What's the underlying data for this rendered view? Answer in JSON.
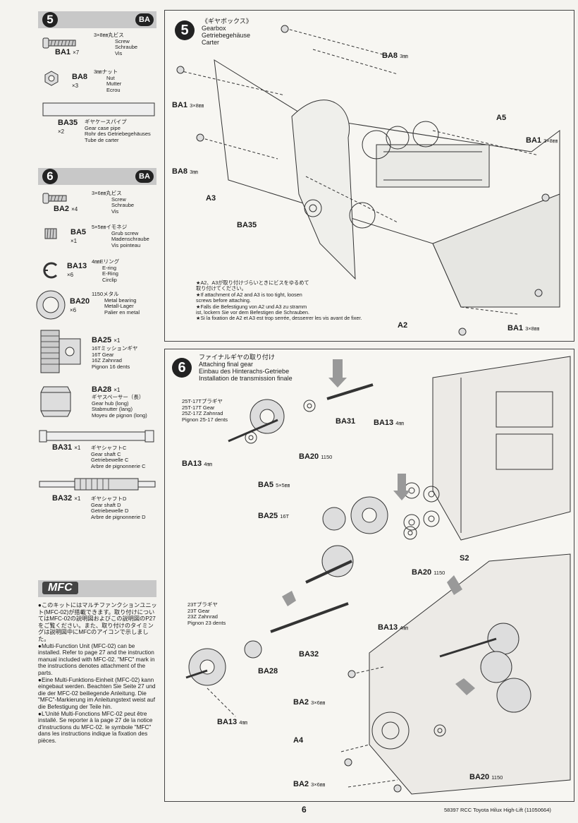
{
  "step5": {
    "number": "5",
    "ba": "BA",
    "parts": [
      {
        "code": "BA1",
        "qty": "×7",
        "desc": [
          "3×8㎜丸ビス",
          "Screw",
          "Schraube",
          "Vis"
        ]
      },
      {
        "code": "BA8",
        "qty": "×3",
        "desc": [
          "3㎜ナット",
          "Nut",
          "Mutter",
          "Ecrou"
        ]
      },
      {
        "code": "BA35",
        "qty": "×2",
        "desc": [
          "ギヤケースパイプ",
          "Gear case pipe",
          "Rohr des Getriebegehäuses",
          "Tube de carter"
        ]
      }
    ],
    "title": [
      "《ギヤボックス》",
      "Gearbox",
      "Getriebegehäuse",
      "Carter"
    ],
    "labels": {
      "ba8_top": "BA8",
      "ba8_top_size": "3㎜",
      "ba1_left": "BA1",
      "ba1_left_size": "3×8㎜",
      "a5": "A5",
      "ba1_right": "BA1",
      "ba1_right_size": "3×8㎜",
      "ba8_left": "BA8",
      "ba8_left_size": "3㎜",
      "a3": "A3",
      "ba35": "BA35",
      "a2": "A2",
      "ba1_bottom": "BA1",
      "ba1_bottom_size": "3×8㎜"
    },
    "note": [
      "★A2、A3が取り付けづらいときにビスをゆるめて",
      "取り付けてください。",
      "★If attachment of A2 and A3 is too tight, loosen",
      "screws before attaching.",
      "★Falls die Befestigung von A2 und A3 zu stramm",
      "ist, lockern Sie vor dem Befestigen die Schrauben.",
      "★Si la fixation de A2 et A3 est trop serrée, desserrer les vis avant de fixer."
    ]
  },
  "step6": {
    "number": "6",
    "ba": "BA",
    "parts": [
      {
        "code": "BA2",
        "qty": "×4",
        "desc": [
          "3×6㎜丸ビス",
          "Screw",
          "Schraube",
          "Vis"
        ]
      },
      {
        "code": "BA5",
        "qty": "×1",
        "desc": [
          "5×5㎜イモネジ",
          "Grub screw",
          "Madenschraube",
          "Vis pointeau"
        ]
      },
      {
        "code": "BA13",
        "qty": "×6",
        "desc": [
          "4㎜Eリング",
          "E-ring",
          "E-Ring",
          "Circlip"
        ]
      },
      {
        "code": "BA20",
        "qty": "×6",
        "desc": [
          "1150メタル",
          "Metal bearing",
          "Metall-Lager",
          "Palier en metal"
        ]
      },
      {
        "code": "BA25",
        "qty": "×1",
        "desc": [
          "16Tミッションギヤ",
          "16T Gear",
          "16Z Zahnrad",
          "Pignon 16 dents"
        ]
      },
      {
        "code": "BA28",
        "qty": "×1",
        "desc": [
          "ギヤスペーサー（長）",
          "Gear hub (long)",
          "Stabmutter (lang)",
          "Moyeu de pignon (long)"
        ]
      },
      {
        "code": "BA31",
        "qty": "×1",
        "desc": [
          "ギヤシャフトC",
          "Gear shaft C",
          "Getriebewelle C",
          "Arbre de pignonnerie C"
        ]
      },
      {
        "code": "BA32",
        "qty": "×1",
        "desc": [
          "ギヤシャフトD",
          "Gear shaft D",
          "Getriebewelle D",
          "Arbre de pignonnerie D"
        ]
      }
    ],
    "title": [
      "ファイナルギヤの取り付け",
      "Attaching final gear",
      "Einbau des Hinterachs-Getriebe",
      "Installation de transmission finale"
    ],
    "gear25": [
      "25T-17Tプラギヤ",
      "25T-17T Gear",
      "25Z-17Z Zahnrad",
      "Pignon 25-17 dents"
    ],
    "gear23": [
      "23Tプラギヤ",
      "23T Gear",
      "23Z Zahnrad",
      "Pignon 23 dents"
    ],
    "labels": {
      "ba31": "BA31",
      "ba13_a": "BA13",
      "ba13_a_size": "4㎜",
      "ba20_a": "BA20",
      "ba20_a_size": "1150",
      "ba13_b": "BA13",
      "ba13_b_size": "4㎜",
      "ba5": "BA5",
      "ba5_size": "5×5㎜",
      "ba25": "BA25",
      "ba25_size": "16T",
      "s2": "S2",
      "ba20_b": "BA20",
      "ba20_b_size": "1150",
      "ba13_c": "BA13",
      "ba13_c_size": "4㎜",
      "ba32": "BA32",
      "ba28": "BA28",
      "ba2_a": "BA2",
      "ba2_a_size": "3×6㎜",
      "a4": "A4",
      "ba13_d": "BA13",
      "ba13_d_size": "4㎜",
      "ba2_b": "BA2",
      "ba2_b_size": "3×6㎜",
      "ba20_c": "BA20",
      "ba20_c_size": "1150"
    }
  },
  "mfc": {
    "badge": "MFC",
    "paragraphs": [
      "●このキットにはマルチファンクションユニット(MFC-02)が搭載できます。取り付けについてはMFC-02の説明図およびこの説明図のP27をご覧ください。また、取り付けのタイミングは説明図中にMFCのアイコンで示しました。",
      "●Multi-Function Unit (MFC-02) can be installed. Refer to page 27 and the instruction manual included with MFC-02. \"MFC\" mark in the instructions denotes attachment of the parts.",
      "●Eine Multi-Funktions-Einheit (MFC-02) kann eingebaut werden. Beachten Sie Seite 27 und die der MFC-02 beiliegende Anleitung. Die \"MFC\"-Markierung im Anleitungstext weist auf die Befestigung der Teile hin.",
      "●L'Unité Multi-Fonctions MFC-02 peut être installé. Se reporter à la page 27 de la notice d'instructions du MFC-02. le symbole \"MFC\" dans les instructions indique la fixation des pièces."
    ]
  },
  "footer": {
    "page": "6",
    "code": "58397 RCC Toyota Hilux High-Lift (11050664)"
  }
}
